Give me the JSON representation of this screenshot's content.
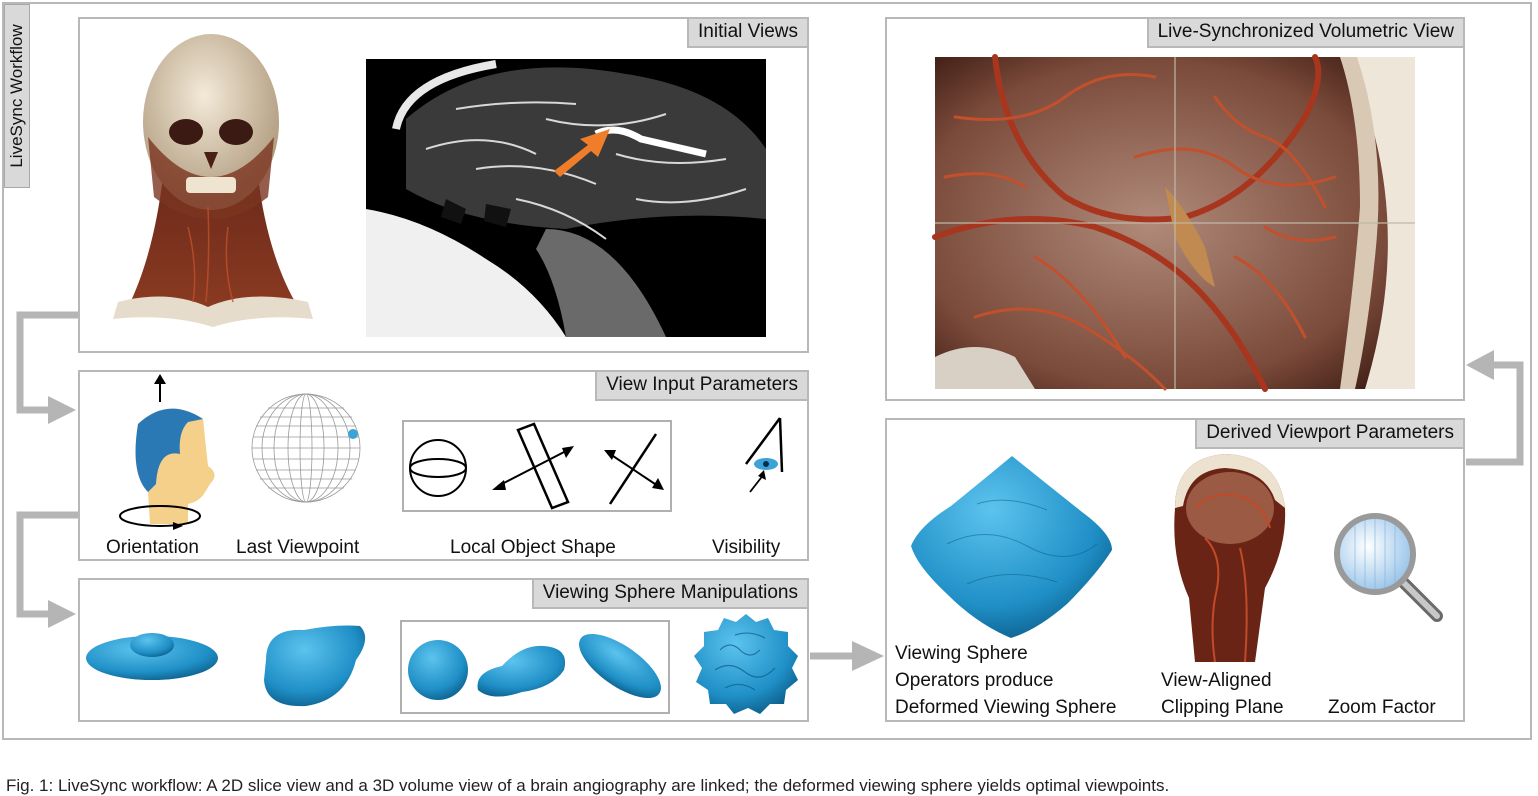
{
  "workflow_label": "LiveSync Workflow",
  "panels": {
    "initial_views": {
      "title": "Initial Views"
    },
    "view_input_parameters": {
      "title": "View Input Parameters",
      "labels": [
        "Orientation",
        "Last Viewpoint",
        "Local Object Shape",
        "Visibility"
      ]
    },
    "viewing_sphere_manipulations": {
      "title": "Viewing Sphere Manipulations"
    },
    "live_view": {
      "title": "Live-Synchronized Volumetric View"
    },
    "derived_viewport_parameters": {
      "title": "Derived Viewport Parameters",
      "sphere_caption": [
        "Viewing Sphere",
        "Operators produce",
        "Deformed Viewing Sphere"
      ],
      "plane_caption": [
        "View-Aligned",
        "Clipping Plane"
      ],
      "zoom_caption": "Zoom Factor"
    }
  },
  "figure_caption": "Fig. 1: LiveSync workflow: A 2D slice view and a 3D volume view of a brain angiography are linked; the deformed viewing sphere yields optimal viewpoints."
}
